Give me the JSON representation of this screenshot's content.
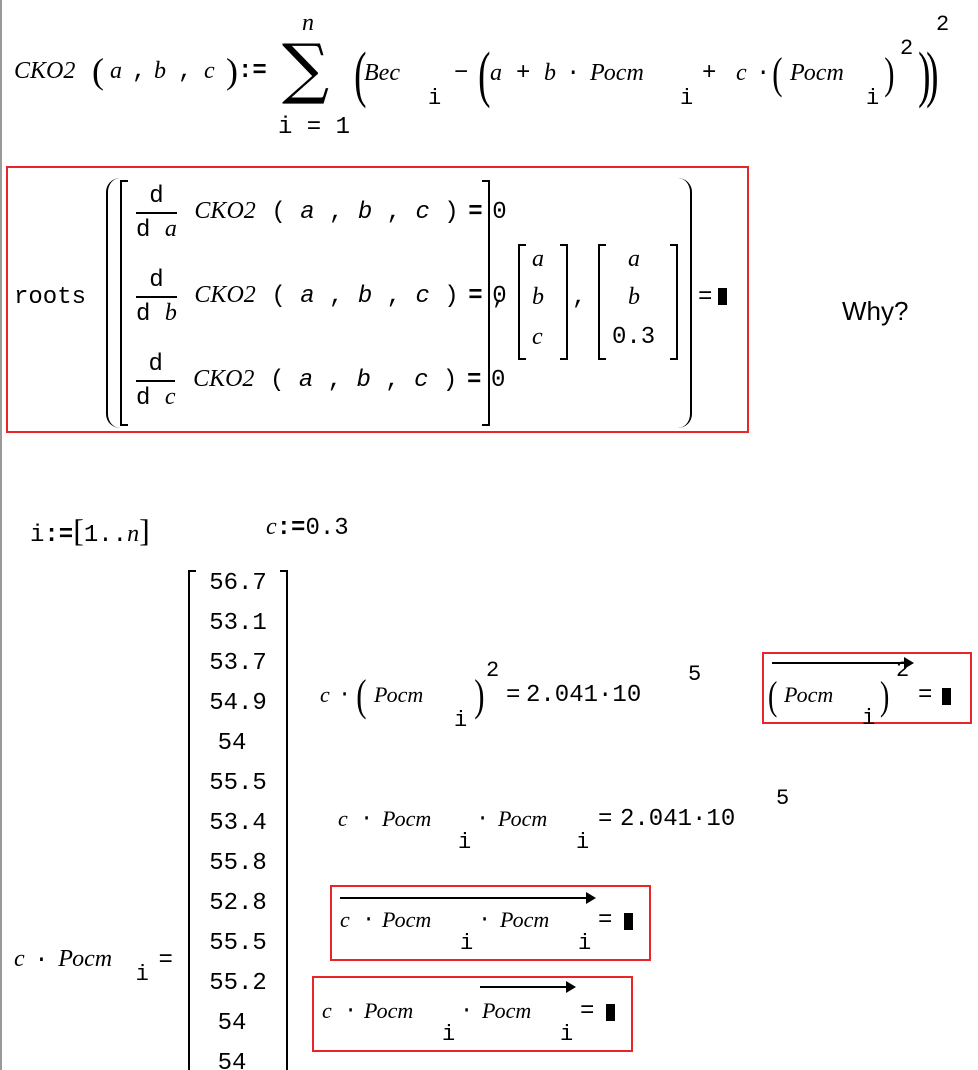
{
  "definition": {
    "func_name": "CKO2",
    "args": [
      "a",
      "b",
      "c"
    ],
    "assign_op": ":=",
    "sum_upper": "n",
    "sum_lower": "i = 1",
    "weight_var": "Bec",
    "height_var": "Рост",
    "index": "i",
    "exponent": "2",
    "formula_text": "CKO2(a, b, c) := Σ_{i=1}^{n} (Bec_i − (a + b·Рост_i + c·(Рост_i)^2))^2"
  },
  "roots_block": {
    "func": "roots",
    "equations": [
      {
        "num": "d",
        "den_d": "d",
        "den_var": "a",
        "expr": "CKO2",
        "rhs": "0"
      },
      {
        "num": "d",
        "den_d": "d",
        "den_var": "b",
        "expr": "CKO2",
        "rhs": "0"
      },
      {
        "num": "d",
        "den_d": "d",
        "den_var": "c",
        "expr": "CKO2",
        "rhs": "0"
      }
    ],
    "vars_vector": [
      "a",
      "b",
      "c"
    ],
    "guess_vector": [
      "a",
      "b",
      "0.3"
    ],
    "eval_op": "=",
    "highlight_color": "#e8262a"
  },
  "comment": "Why?",
  "range_def": {
    "var": "i",
    "op": ":=",
    "start": "1",
    "dots": "..",
    "end": "n"
  },
  "c_def": {
    "var": "c",
    "op": ":=",
    "value": "0.3"
  },
  "result_vector": {
    "lhs_c": "c",
    "lhs_var": "Рост",
    "lhs_index": "i",
    "values": [
      "56.7",
      "53.1",
      "53.7",
      "54.9",
      "54",
      "55.5",
      "53.4",
      "55.8",
      "52.8",
      "55.5",
      "55.2",
      "54",
      "54"
    ]
  },
  "expr1": {
    "c": "c",
    "var": "Рост",
    "index": "i",
    "power": "2",
    "result_mantissa": "2.041·10",
    "result_exp": "5"
  },
  "expr2": {
    "c": "c",
    "var": "Рост",
    "index": "i",
    "result_mantissa": "2.041·10",
    "result_exp": "5"
  },
  "expr_boxed_1": {
    "var": "Рост",
    "index": "i",
    "power": "2",
    "note": "vectorized (Рост_i)^2 ="
  },
  "expr_boxed_2": {
    "c": "c",
    "var": "Рост",
    "index": "i",
    "note": "vectorized c·Рост_i·Рост_i ="
  },
  "expr_boxed_3": {
    "c": "c",
    "var": "Рост",
    "index": "i",
    "note": "c·Рост_i · vectorized Рост_i ="
  }
}
